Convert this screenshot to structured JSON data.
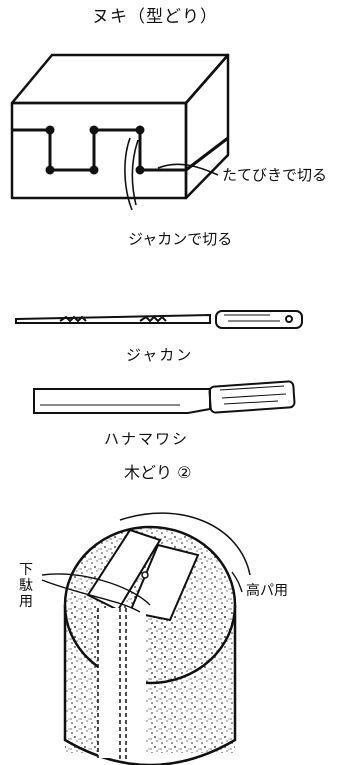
{
  "title_nuki": "ヌキ（型どり）",
  "label_tatebiki": "たてびきで切る",
  "label_jakan_cut": "ジャカンで切る",
  "label_jakan": "ジャカン",
  "label_hanamawashi": "ハナマワシ",
  "title_kidori": "木どり ②",
  "label_geta": "下駄用",
  "label_takapa": "高パ用"
}
